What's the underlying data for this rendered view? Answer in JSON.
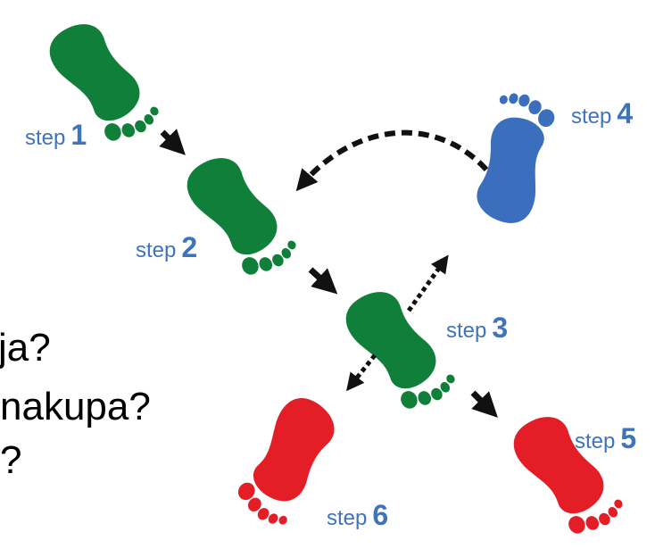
{
  "colors": {
    "green": "#107f3a",
    "blue": "#3b6fbd",
    "red": "#e41e26",
    "label_blue": "#3f74bb",
    "arrow": "#111111"
  },
  "steps": [
    {
      "word": "step",
      "num": "1",
      "color": "green"
    },
    {
      "word": "step",
      "num": "2",
      "color": "green"
    },
    {
      "word": "step",
      "num": "3",
      "color": "green"
    },
    {
      "word": "step",
      "num": "4",
      "color": "blue"
    },
    {
      "word": "step",
      "num": "5",
      "color": "red"
    },
    {
      "word": "step",
      "num": "6",
      "color": "red"
    }
  ],
  "side_text": {
    "line1": "ja?",
    "line2": "nakupa?",
    "line3": "?"
  }
}
